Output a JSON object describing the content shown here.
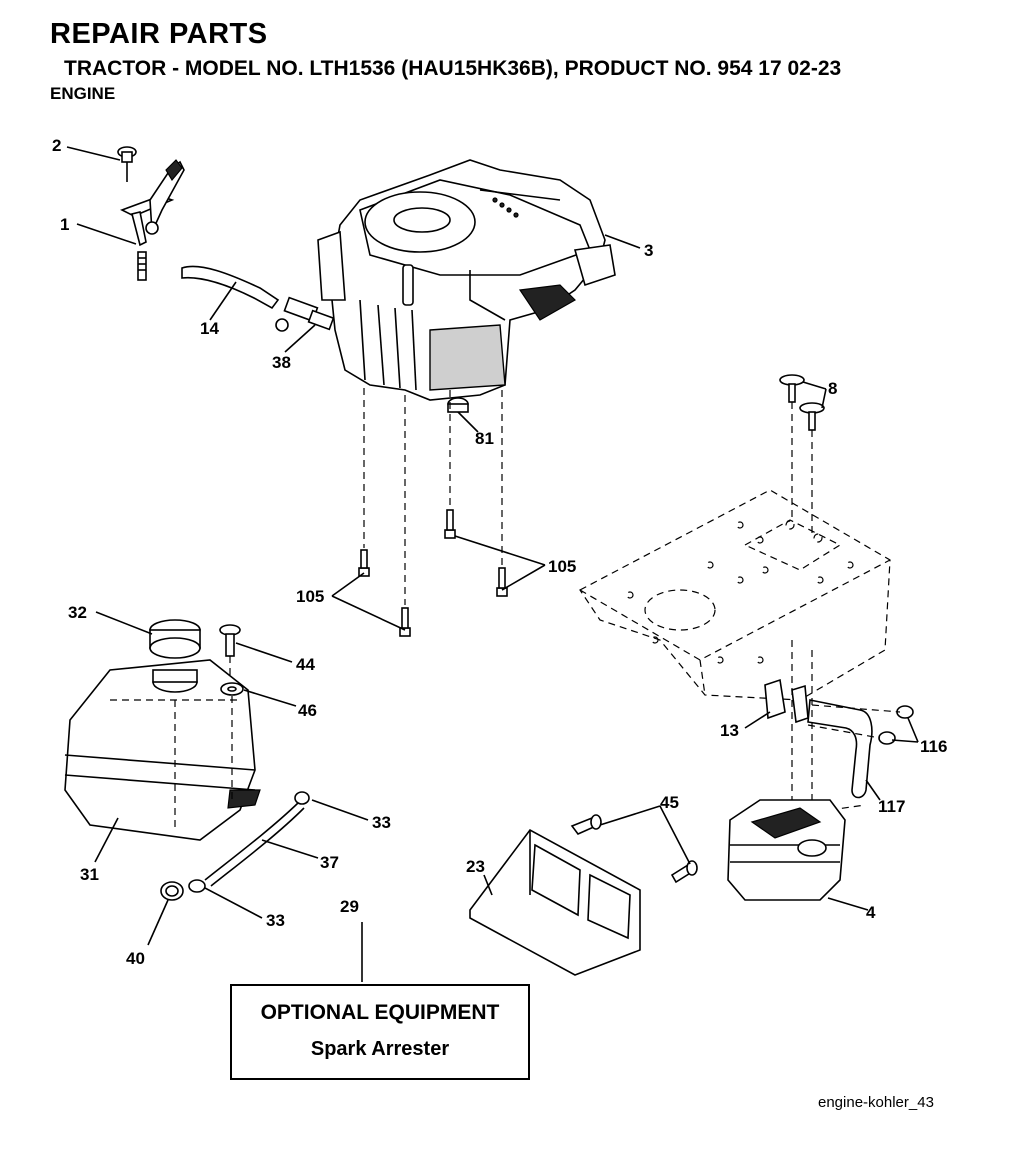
{
  "header": {
    "title": "REPAIR PARTS",
    "subtitle": "TRACTOR - MODEL NO. LTH1536 (HAU15HK36B), PRODUCT NO. 954 17 02-23",
    "section": "ENGINE"
  },
  "callouts": {
    "c1": "1",
    "c2": "2",
    "c3": "3",
    "c4": "4",
    "c8": "8",
    "c13": "13",
    "c14": "14",
    "c23": "23",
    "c29": "29",
    "c31": "31",
    "c32": "32",
    "c33a": "33",
    "c33b": "33",
    "c37": "37",
    "c38": "38",
    "c40": "40",
    "c44": "44",
    "c45": "45",
    "c46": "46",
    "c81": "81",
    "c105a": "105",
    "c105b": "105",
    "c116": "116",
    "c117": "117"
  },
  "optional_box": {
    "title": "OPTIONAL EQUIPMENT",
    "item": "Spark Arrester"
  },
  "image_code": "engine-kohler_43"
}
